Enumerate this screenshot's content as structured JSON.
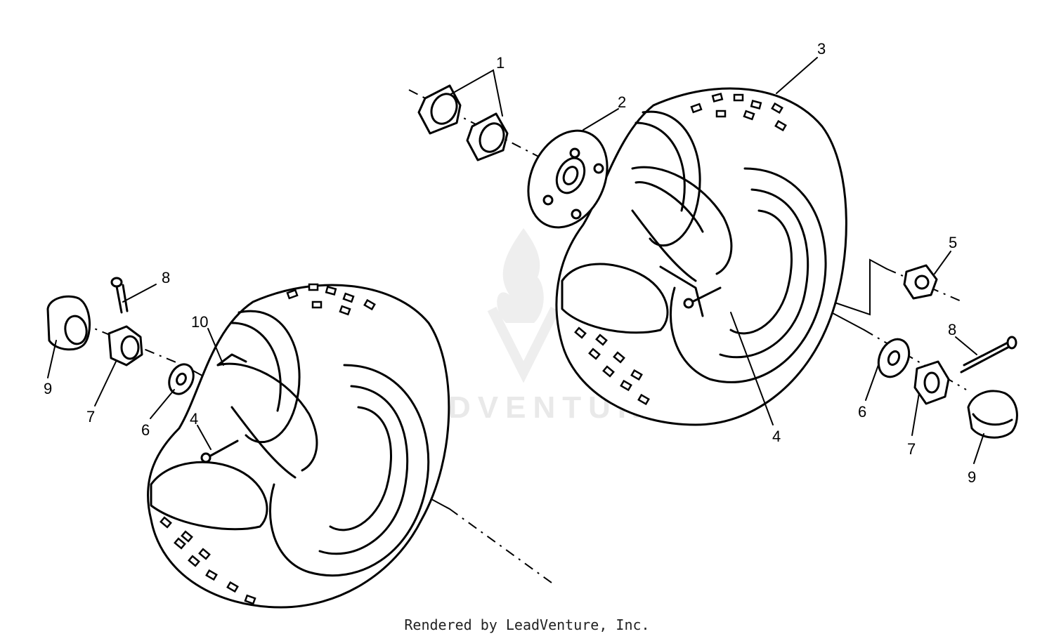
{
  "watermark": {
    "brand": "LEADVENTURE"
  },
  "callouts": [
    {
      "id": "1",
      "label": "1"
    },
    {
      "id": "2",
      "label": "2"
    },
    {
      "id": "3",
      "label": "3"
    },
    {
      "id": "4",
      "label": "4"
    },
    {
      "id": "5",
      "label": "5"
    },
    {
      "id": "6",
      "label": "6"
    },
    {
      "id": "7",
      "label": "7"
    },
    {
      "id": "8",
      "label": "8"
    },
    {
      "id": "9",
      "label": "9"
    },
    {
      "id": "10",
      "label": "10"
    }
  ],
  "footer": {
    "credit": "Rendered by LeadVenture, Inc."
  }
}
